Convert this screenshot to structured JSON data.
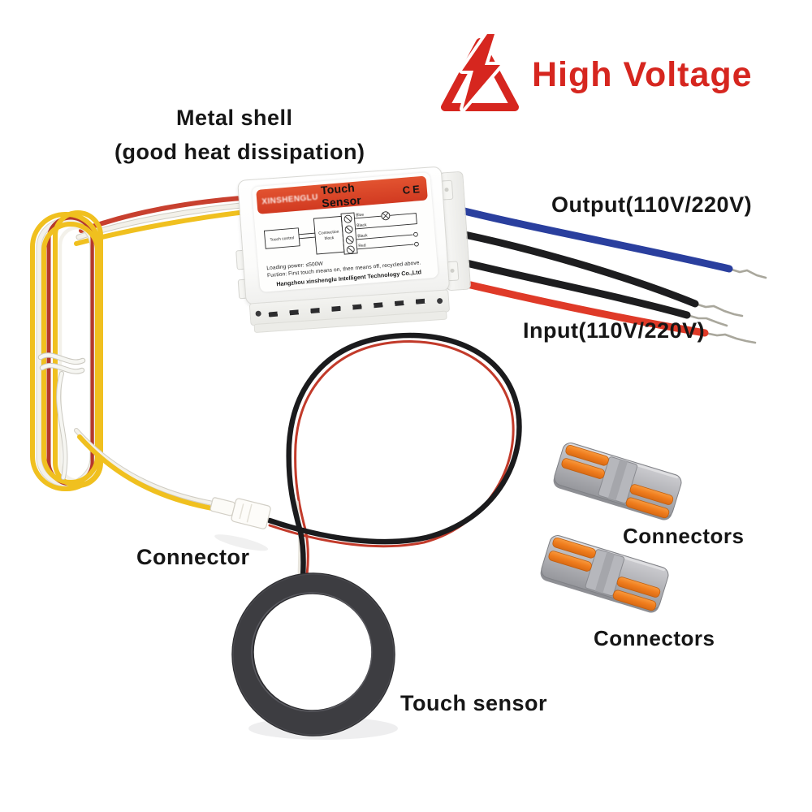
{
  "warning": {
    "text": "High Voltage"
  },
  "annotations": {
    "metal_shell_line1": "Metal shell",
    "metal_shell_line2": "(good heat dissipation)",
    "output_label": "Output(110V/220V)",
    "input_label": "Input(110V/220V)",
    "connector_label": "Connector",
    "connectors_label_top": "Connectors",
    "connectors_label_bottom": "Connectors",
    "touch_sensor_label": "Touch sensor"
  },
  "device_label": {
    "brand": "XINSHENGLU",
    "product_name": "Touch Sensor",
    "ce_mark": "CE",
    "diagram": {
      "box_touch_control": "Touch control",
      "box_connection_line1": "Connection",
      "box_connection_line2": "block",
      "wire_labels": [
        "Blue",
        "Black",
        "Black",
        "Red"
      ]
    },
    "loading_power": "Loading power: ≤500W",
    "function_text": "Fuction: First touch means on, then means off, recycled above.",
    "company": "Hangzhou xinshenglu Intelligent Technology Co.,Ltd"
  },
  "colors": {
    "warning_red": "#d6261f",
    "label_band_red": "#d94527",
    "wire_blue": "#2a3f9e",
    "wire_black": "#1d1d1f",
    "wire_red": "#df3a28",
    "wire_yellow": "#f0c01f",
    "wire_white": "#f3f1ea",
    "connector_orange": "#ef7c1d",
    "connector_gray": "#b4b4b8",
    "sensor_ring": "#3d3d41"
  }
}
